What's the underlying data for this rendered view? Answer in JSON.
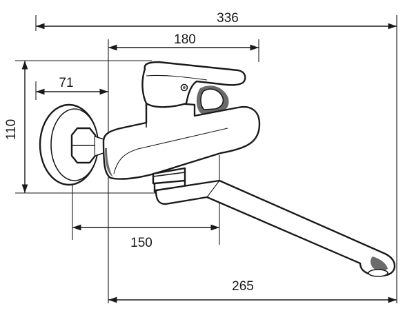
{
  "dimensions": {
    "overall_width": "336",
    "body_length": "180",
    "wall_offset": "71",
    "height": "110",
    "spout_center": "150",
    "spout_reach": "265"
  }
}
